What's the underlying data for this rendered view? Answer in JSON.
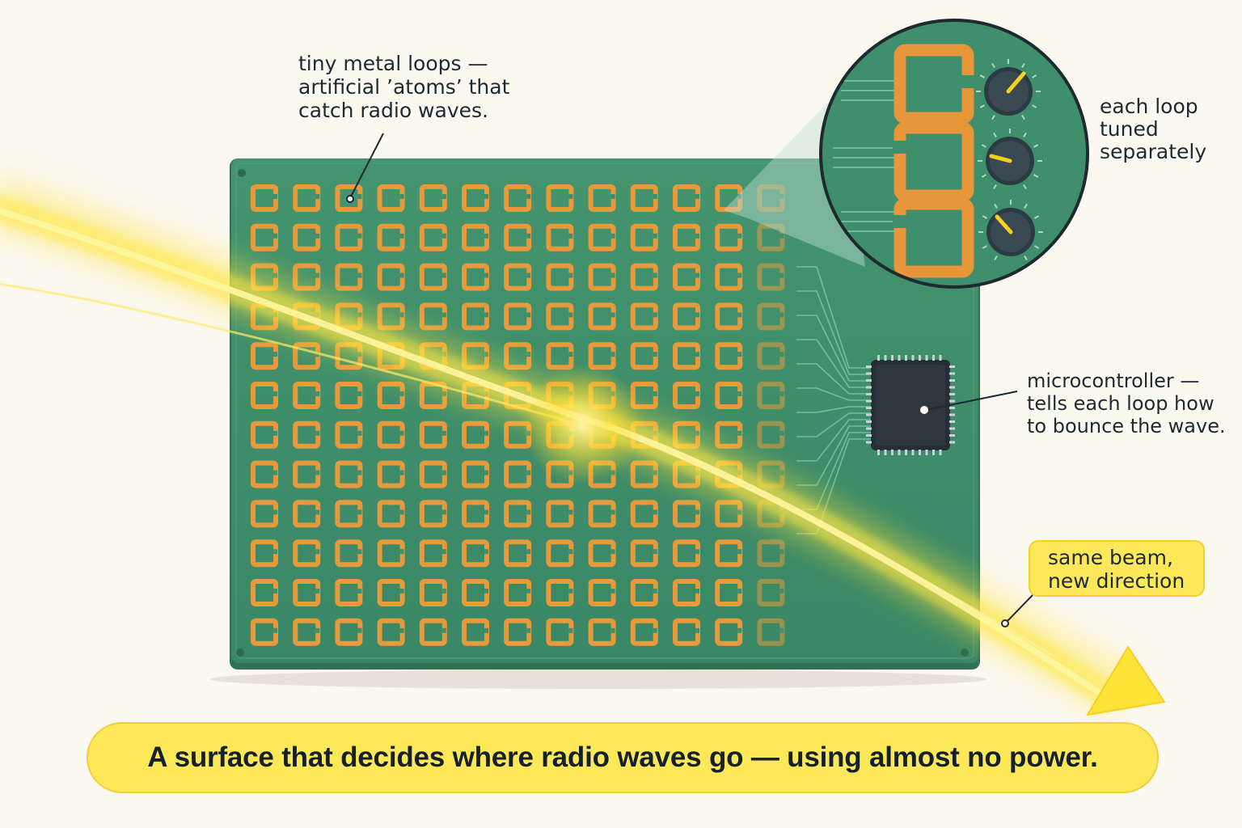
{
  "annotations": {
    "loops": "tiny metal loops —\nartificial ’atoms’ that\ncatch radio waves.",
    "tuned": "each loop\ntuned\nseparately",
    "microcontroller": "microcontroller —\ntells each loop how\nto bounce the wave.",
    "beam": "same beam,\nnew direction"
  },
  "caption": "A surface that decides where radio waves go — using almost no power.",
  "grid": {
    "rows": 12,
    "cols": 13
  },
  "colors": {
    "board": "#3f8f6c",
    "board_edge": "#2f7256",
    "loop": "#e69a3c",
    "beam": "#ffe437",
    "chip": "#262d34",
    "highlight": "#fde85a",
    "text": "#1e2a33"
  }
}
